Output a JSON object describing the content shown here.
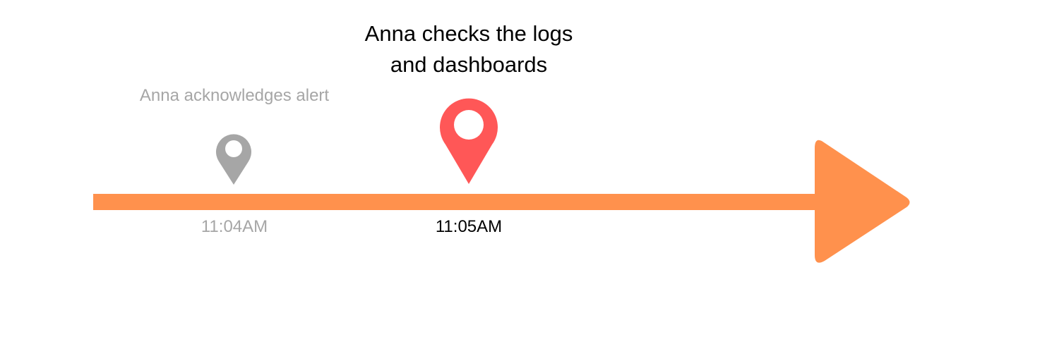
{
  "colors": {
    "timeline": "#ff914d",
    "past_event": "#a6a6a6",
    "current_event": "#ff5757",
    "current_text": "#000000",
    "past_text": "#a6a6a6"
  },
  "events": [
    {
      "label": "Anna acknowledges alert",
      "time": "11:04AM",
      "state": "past",
      "icon": "map-pin-icon"
    },
    {
      "label_lines": [
        "Anna checks the logs",
        "and dashboards"
      ],
      "time": "11:05AM",
      "state": "current",
      "icon": "map-pin-icon"
    }
  ]
}
